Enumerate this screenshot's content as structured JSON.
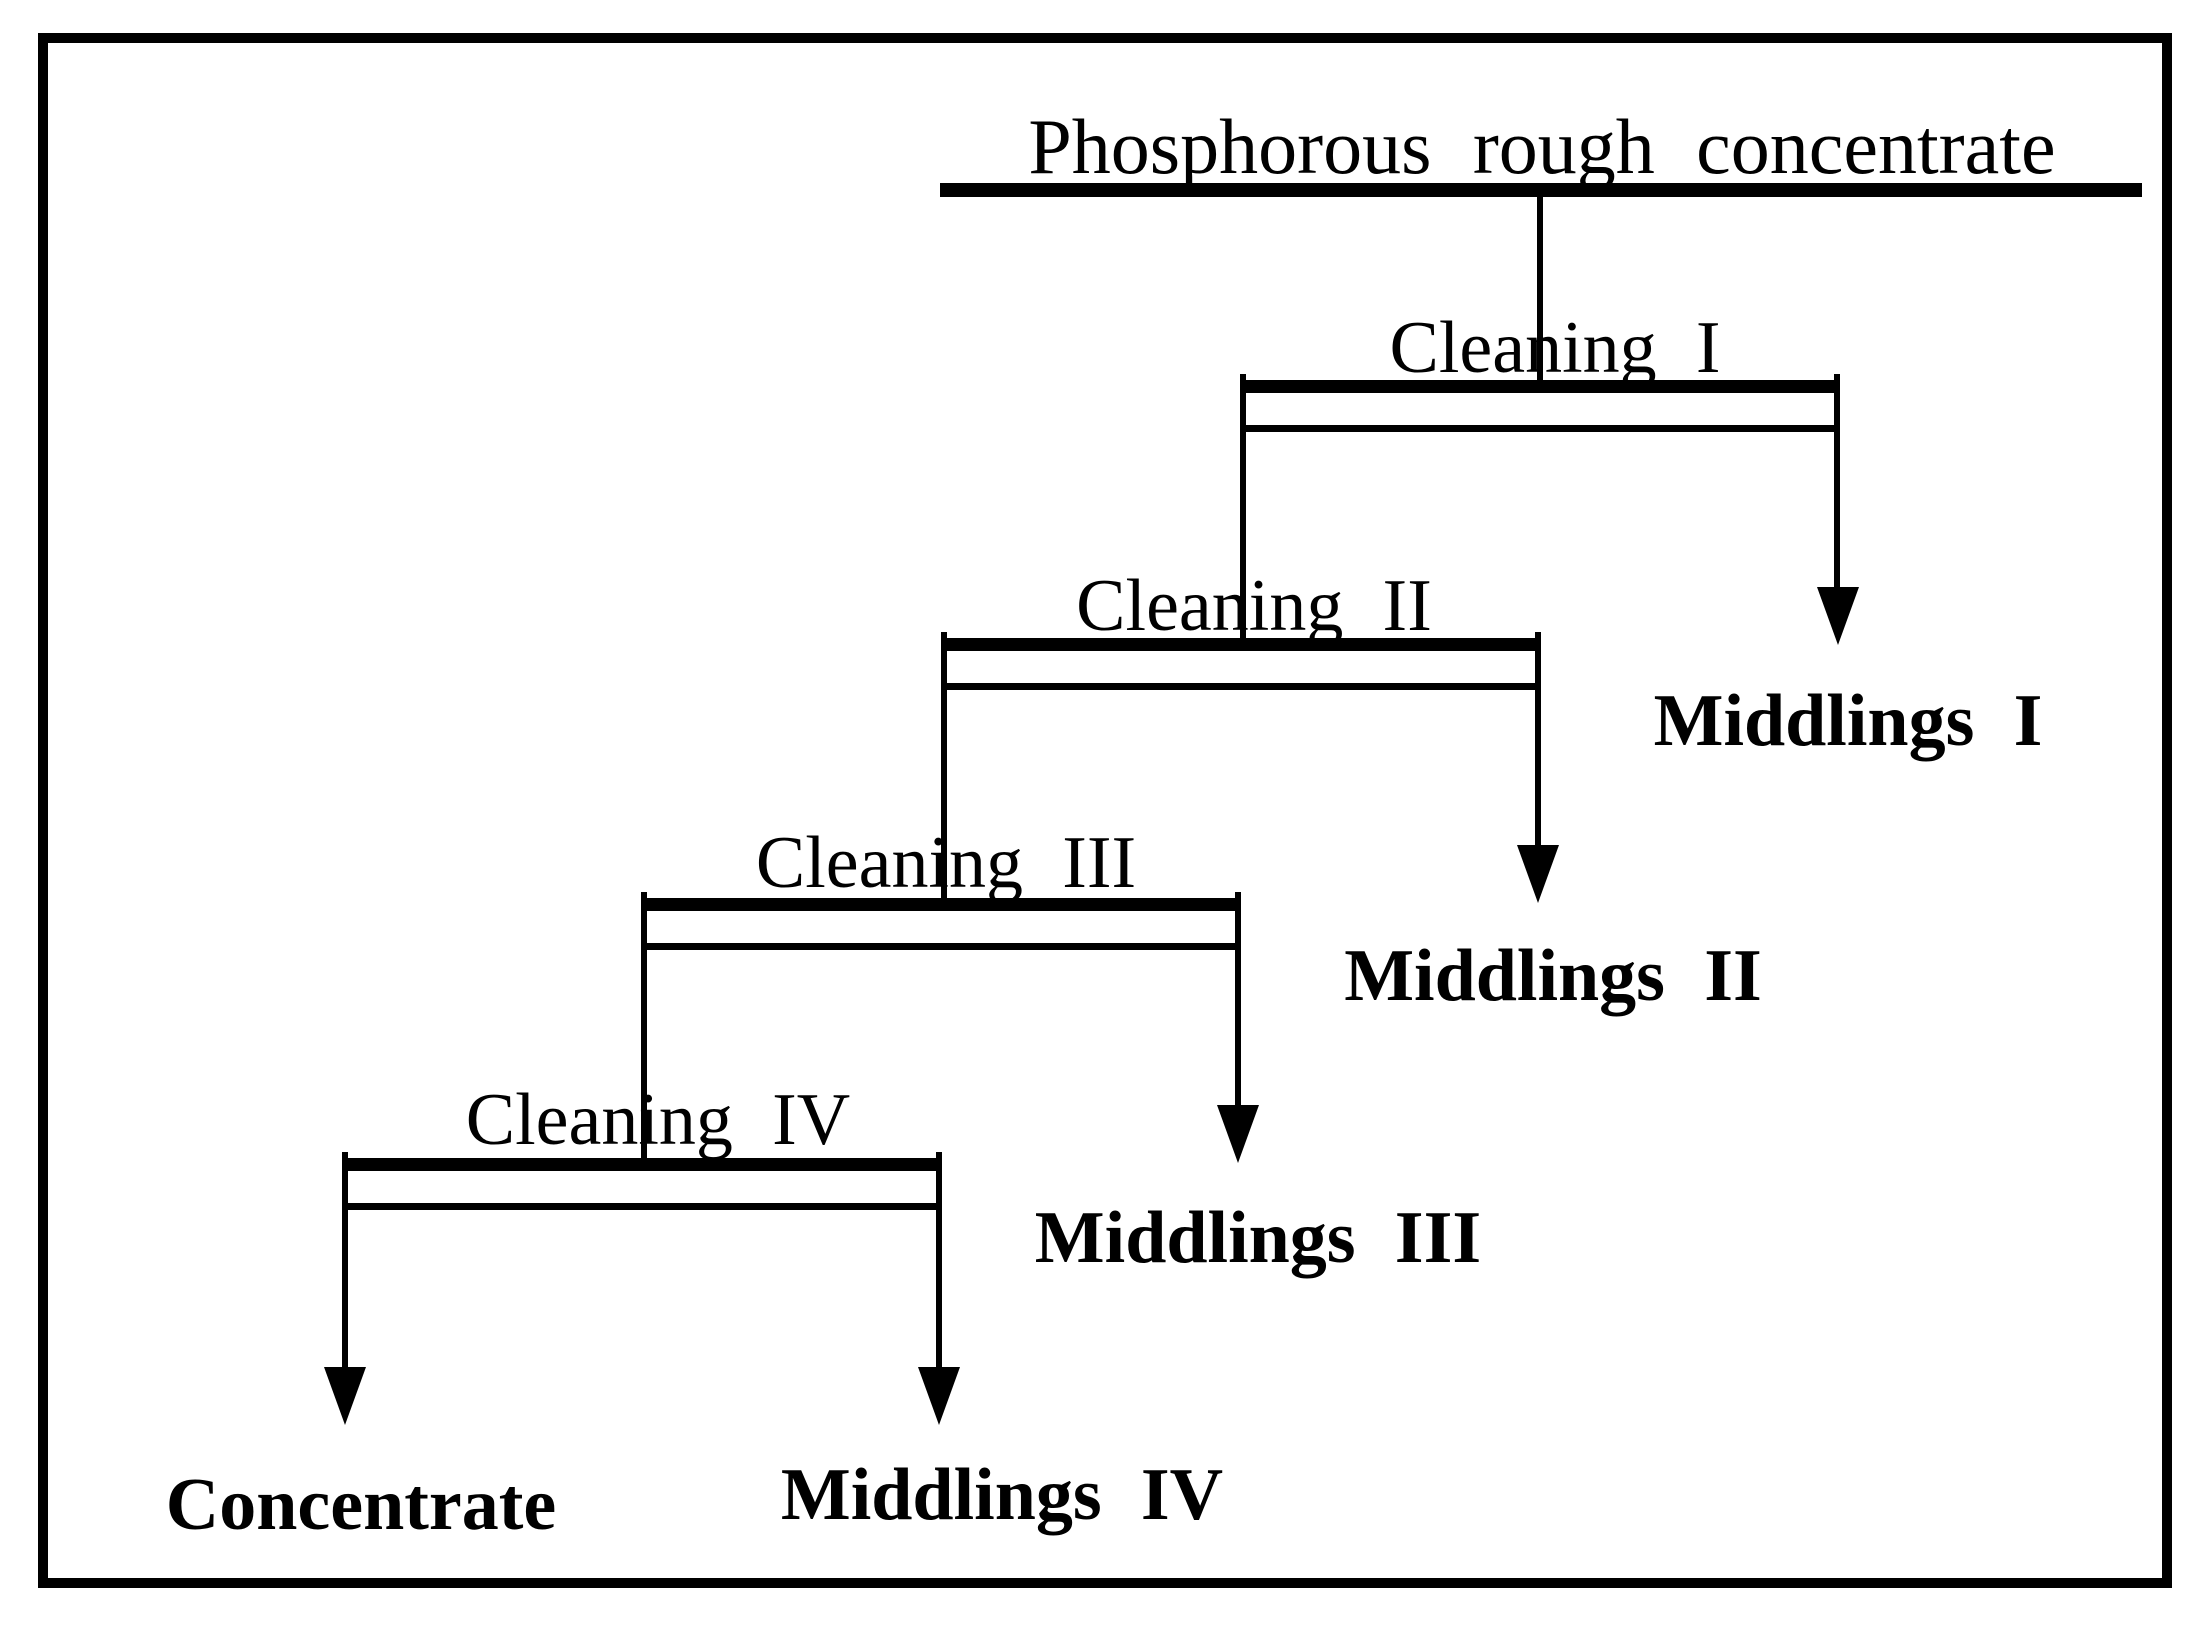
{
  "figure": {
    "kind": "mineral-processing flotation cleaning flowsheet",
    "background_color": "#ffffff",
    "line_color": "#000000",
    "border": "solid black rectangular frame"
  },
  "title": "Phosphorous rough concentrate",
  "stages": [
    {
      "label": "Cleaning I",
      "output": "Middlings I"
    },
    {
      "label": "Cleaning II",
      "output": "Middlings II"
    },
    {
      "label": "Cleaning III",
      "output": "Middlings III"
    },
    {
      "label": "Cleaning IV",
      "output": "Middlings IV"
    }
  ],
  "final_output": "Concentrate"
}
